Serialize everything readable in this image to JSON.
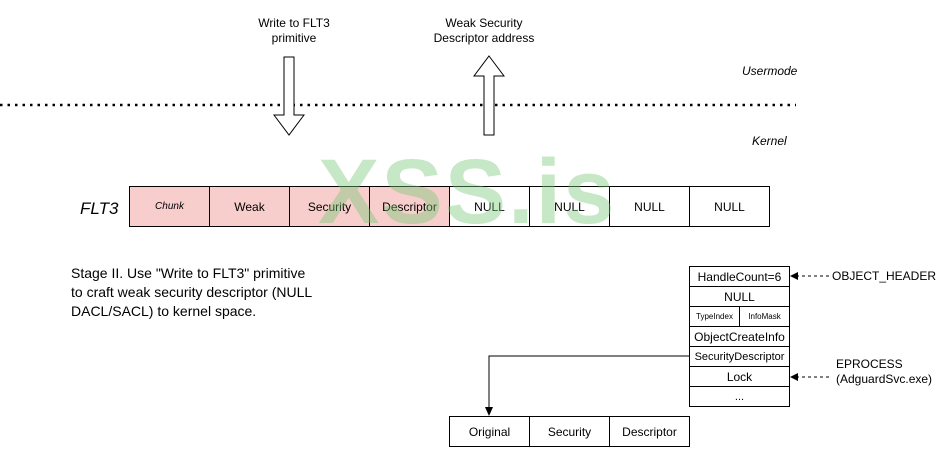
{
  "labels": {
    "write_primitive": [
      "Write to FLT3",
      "primitive"
    ],
    "weak_addr": [
      "Weak Security",
      "Descriptor address"
    ],
    "usermode": "Usermode",
    "kernel": "Kernel",
    "flt3": "FLT3",
    "stage": [
      "Stage II. Use \"Write to FLT3\" primitive",
      "to craft weak security descriptor (NULL",
      "DACL/SACL) to kernel space."
    ],
    "object_header": "OBJECT_HEADER",
    "eprocess": [
      "EPROCESS",
      "(AdguardSvc.exe)"
    ]
  },
  "flt3_cells": [
    "Chunk",
    "Weak",
    "Security",
    "Descriptor",
    "NULL",
    "NULL",
    "NULL",
    "NULL"
  ],
  "object_cells": [
    "HandleCount=6",
    "NULL",
    "ObjectCreateInfo",
    "SecurityDescriptor",
    "Lock",
    "..."
  ],
  "type_cells": [
    "TypeIndex",
    "InfoMask"
  ],
  "original_cells": [
    "Original",
    "Security",
    "Descriptor"
  ],
  "watermark": "XSS.is",
  "colors": {
    "pink": "#f8cecc",
    "watermark": "#78c878"
  }
}
